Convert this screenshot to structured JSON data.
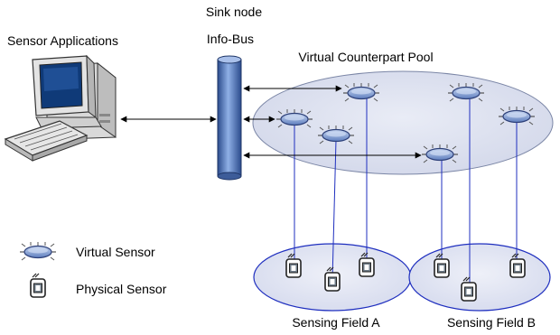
{
  "labels": {
    "sink_node": "Sink node",
    "info_bus": "Info-Bus",
    "sensor_applications": "Sensor Applications",
    "virtual_counterpart_pool": "Virtual Counterpart Pool",
    "sensing_field_a": "Sensing Field A",
    "sensing_field_b": "Sensing Field B"
  },
  "legend": {
    "virtual_sensor": "Virtual Sensor",
    "physical_sensor": "Physical Sensor"
  },
  "colors": {
    "pool_fill": "#dfe2ef",
    "field_fill": "#dfe2ef",
    "field_stroke": "#1f2fbf",
    "sensor_fill": "#8fa8d8",
    "sensor_stroke": "#2c3f78",
    "bus_fill": "#5b7fbd",
    "link_line": "#1f2fbf",
    "arrow": "#000000"
  },
  "icons": {
    "computer": "computer-icon",
    "virtual_sensor": "virtual-sensor-icon",
    "physical_sensor": "physical-sensor-icon",
    "bus": "bus-cylinder"
  }
}
